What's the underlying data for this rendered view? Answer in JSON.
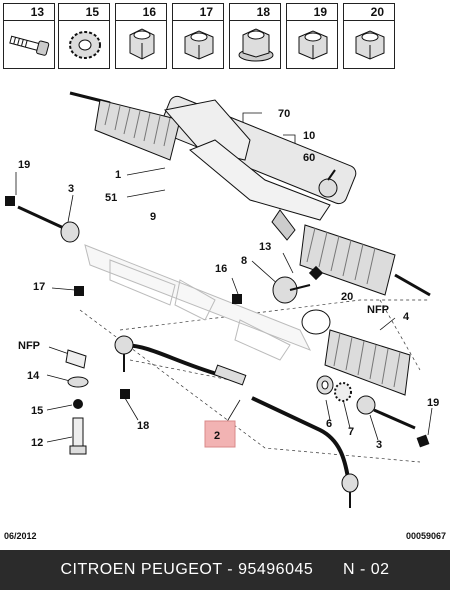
{
  "legend": {
    "items": [
      {
        "number": "13",
        "icon": "bolt-icon"
      },
      {
        "number": "15",
        "icon": "serrated-washer-icon"
      },
      {
        "number": "16",
        "icon": "hex-nut-icon"
      },
      {
        "number": "17",
        "icon": "hex-nut-icon"
      },
      {
        "number": "18",
        "icon": "flanged-nut-icon"
      },
      {
        "number": "19",
        "icon": "hex-nut-icon"
      },
      {
        "number": "20",
        "icon": "hex-nut-icon"
      }
    ]
  },
  "diagram": {
    "callouts": {
      "c70": "70",
      "c10": "10",
      "c60": "60",
      "c1": "1",
      "c51": "51",
      "c9": "9",
      "c19a": "19",
      "c3a": "3",
      "c13": "13",
      "c8": "8",
      "c16": "16",
      "c20": "20",
      "cNFPa": "NFP",
      "c17": "17",
      "c4": "4",
      "cNFPb": "NFP",
      "c14": "14",
      "c15": "15",
      "c18": "18",
      "c12": "12",
      "c2": "2",
      "c6": "6",
      "c7": "7",
      "c3b": "3",
      "c19b": "19"
    },
    "highlight_color": "#f2b3b3"
  },
  "footer": {
    "date": "06/2012",
    "doc_number": "00059067",
    "caption": "CITROEN PEUGEOT - 95496045      N - 02"
  }
}
